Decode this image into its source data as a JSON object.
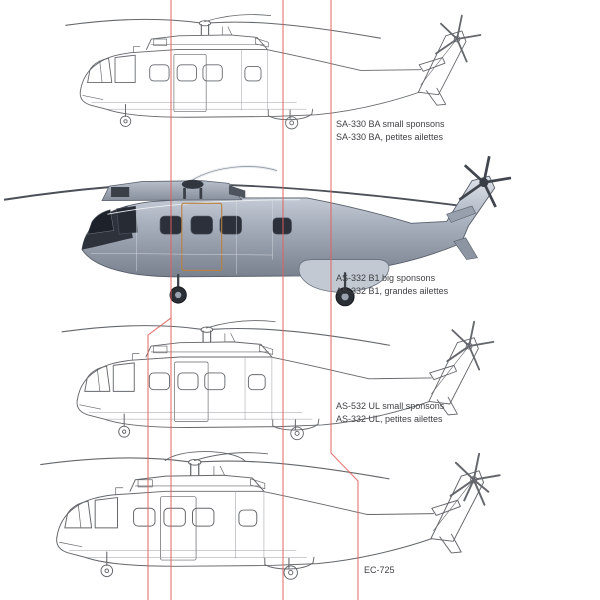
{
  "diagram": {
    "type": "helicopter-variant-comparison-side-views",
    "background_color": "#ffffff",
    "line_art_color": "#64676c",
    "reference_line_color": "#de625c"
  },
  "variants": [
    {
      "name": "SA-330 BA",
      "caption_line1": "SA-330 BA small sponsons",
      "caption_line2": "SA-330 BA, petites ailettes"
    },
    {
      "name": "AS-332 B1",
      "caption_line1": "AS-332 B1 big sponsons",
      "caption_line2": "AS-332 B1, grandes ailettes"
    },
    {
      "name": "AS-532 UL",
      "caption_line1": "AS-532 UL small sponsons",
      "caption_line2": "AS-332 UL, petites ailettes"
    },
    {
      "name": "EC-725",
      "caption_line1": "EC-725",
      "caption_line2": ""
    }
  ]
}
